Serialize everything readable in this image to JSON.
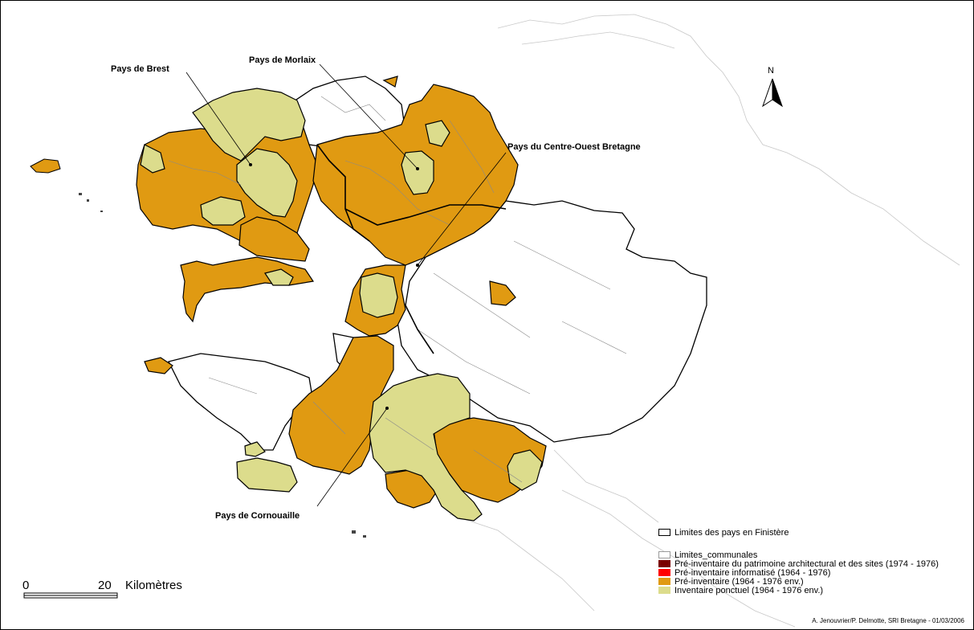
{
  "map": {
    "labels": {
      "brest": "Pays de Brest",
      "morlaix": "Pays de Morlaix",
      "centre_ouest": "Pays du Centre-Ouest Bretagne",
      "cornouaille": "Pays de Cornouaille"
    },
    "north": "N",
    "colors": {
      "patrimoine": "#7a0000",
      "informatise": "#ff0000",
      "pre_inventaire": "#e09a12",
      "ponctuel": "#dcdc8c",
      "limits": "#000000",
      "communes": "#9a9a9a"
    }
  },
  "legend": {
    "pays_limits": "Limites des pays en Finistère",
    "communes": "Limites_communales",
    "patrimoine": "Pré-inventaire du patrimoine architectural et des sites (1974 - 1976)",
    "informatise": "Pré-inventaire informatisé (1964 - 1976)",
    "pre_inventaire": "Pré-inventaire (1964 - 1976 env.)",
    "ponctuel": "Inventaire ponctuel (1964 - 1976 env.)"
  },
  "scale": {
    "zero": "0",
    "twenty": "20",
    "unit": "Kilomètres"
  },
  "credit": "A. Jenouvrier/P. Delmotte, SRI Bretagne - 01/03/2006"
}
